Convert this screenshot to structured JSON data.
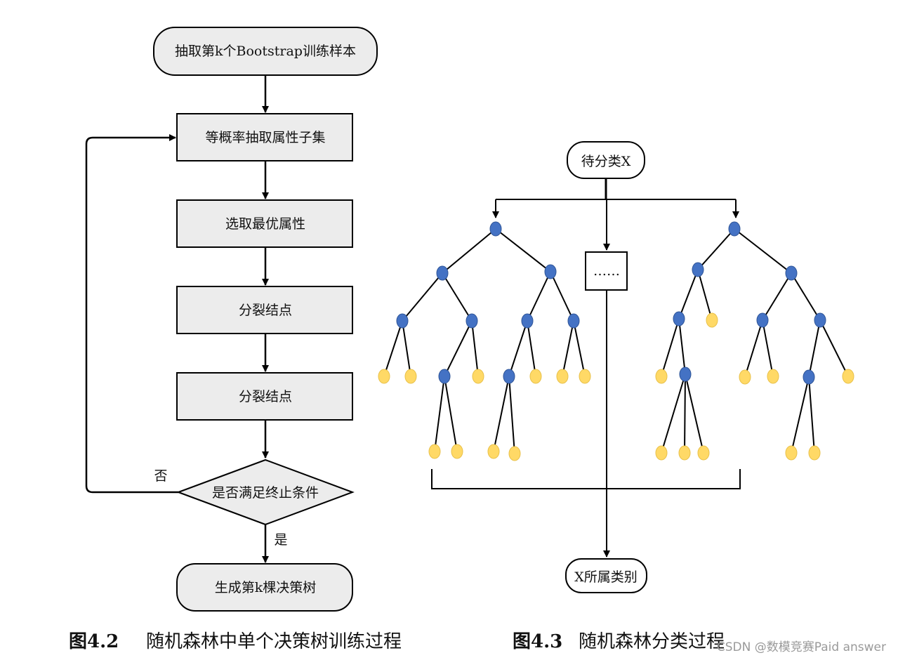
{
  "flowchart": {
    "start": "抽取第k个Bootstrap训练样本",
    "step1": "等概率抽取属性子集",
    "step2": "选取最优属性",
    "step3": "分裂结点",
    "step4": "分裂结点",
    "decision": "是否满足终止条件",
    "no_label": "否",
    "yes_label": "是",
    "end": "生成第k棵决策树"
  },
  "tree_diagram": {
    "input": "待分类X",
    "ellipsis": "……",
    "output": "X所属类别"
  },
  "captions": {
    "fig2_number": "图4.2",
    "fig2_title": "随机森林中单个决策树训练过程",
    "fig3_number": "图4.3",
    "fig3_title": "随机森林分类过程"
  },
  "watermark": "CSDN @数模竞赛Paid answer",
  "colors": {
    "box_fill": "#ececec",
    "node_blue": "#4472c4",
    "leaf_yellow": "#ffd966",
    "line": "#000000"
  }
}
